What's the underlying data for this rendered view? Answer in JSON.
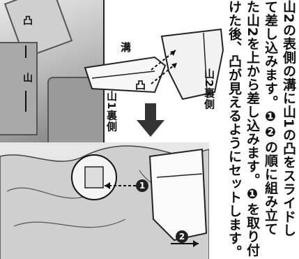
{
  "instructions": {
    "line1": "山2の表側の溝に山1の凸をスライドし",
    "line2": "て差し込みます。❶❷の順に組み立て",
    "line3": "た山2を上から差し込みます。❶を取り付",
    "line4": "けた後、凸が見えるようにセットします。"
  },
  "inset": {
    "label_bump": "凸",
    "label_mountain": "山"
  },
  "diagram": {
    "label_groove": "溝",
    "label_bump": "凸",
    "label_mountain2_back": "山2裏側",
    "label_mountain1_back": "山1裏側",
    "step1": "1",
    "step2": "2"
  }
}
